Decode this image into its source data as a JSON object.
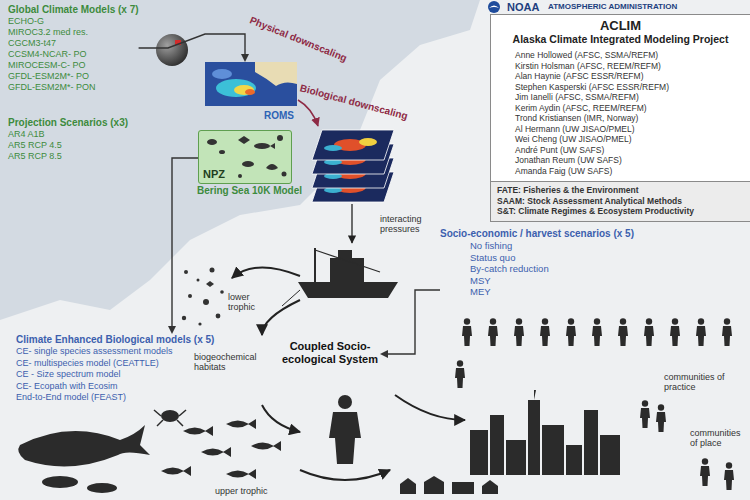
{
  "diagram": {
    "nodes": [
      {
        "text": [
          "Global Climate Models (x 7)",
          "ECHO-G",
          "MIROC3.2 med res.",
          "CGCM3-t47",
          "CCSM4-NCAR- PO",
          "MIROCESM-C- PO",
          "GFDL-ESM2M*- PO",
          "GFDL-ESM2M*- PON"
        ]
      },
      {
        "text": [
          "Projection Scenarios (x3)",
          "AR4 A1B",
          "AR5 RCP 4.5",
          "AR5 RCP 8.5"
        ]
      },
      {
        "text": [
          "ROMS"
        ]
      },
      {
        "text": [
          "NPZ",
          "Bering Sea 10K Model"
        ]
      },
      {
        "text": [
          "ACLIM",
          "Alaska Climate Integrated Modeling Project",
          "Anne Hollowed (AFSC, SSMA/REFM)",
          "Kirstin Holsman (AFSC, REEM/REFM)",
          "Alan Haynie (AFSC ESSR/REFM)",
          "Stephen Kasperski (AFSC ESSR/REFM)",
          "Jim Ianelli (AFSC, SSMA/REFM)",
          "Kerim Aydin (AFSC, REEM/REFM)",
          "Trond Kristiansen (IMR, Norway)",
          "Al Hermann (UW JISAO/PMEL)",
          "Wei Cheng (UW JISAO/PMEL)",
          "André Punt (UW SAFS)",
          "Jonathan Reum (UW SAFS)",
          "Amanda Faig (UW SAFS)",
          "FATE: Fisheries & the Environment",
          "SAAM: Stock Assessment Analytical Methods",
          "S&T: Climate Regimes & Ecosystem Productivity"
        ]
      },
      {
        "text": [
          "Socio-economic / harvest scenarios (x 5)",
          "No fishing",
          "Status quo",
          "By-catch reduction",
          "MSY",
          "MEY"
        ]
      },
      {
        "text": [
          "Climate Enhanced Biological models (x 5)",
          "CE- single species assessment models",
          "CE- multispecies model (CEATTLE)",
          "CE - Size spectrum model",
          "CE- Ecopath with Ecosim",
          "End-to-End model (FEAST)"
        ]
      },
      {
        "text": [
          "Coupled Socio-ecological System"
        ]
      }
    ],
    "edges": [
      {
        "from": 0,
        "to": 2,
        "label": "Physical downscaling",
        "arrow": "to"
      },
      {
        "from": 3,
        "to": 6,
        "arrow": "to"
      },
      {
        "from": 5,
        "to": 7,
        "arrow": "to"
      }
    ],
    "labels": [
      "NOAA",
      "ATMOSPHERIC ADMINISTRATION",
      "Biological downscaling",
      "interacting pressures",
      "lower trophic",
      "biogeochemical habitats",
      "communities of practice",
      "communities of place",
      "upper trophic"
    ]
  }
}
